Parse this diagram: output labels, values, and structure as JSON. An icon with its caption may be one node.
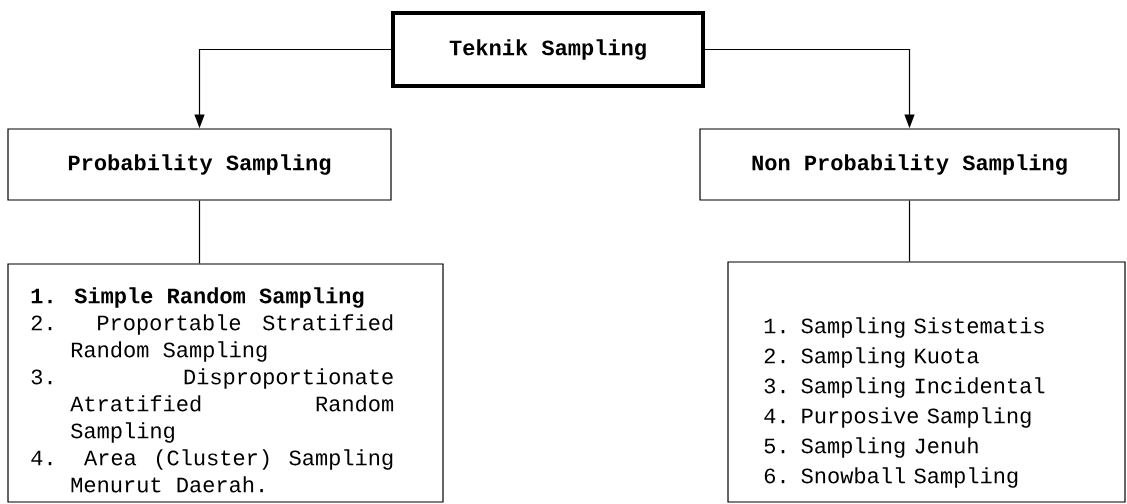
{
  "diagram": {
    "nodes": [
      {
        "text": [
          "Teknik Sampling"
        ]
      },
      {
        "text": [
          "Probability Sampling"
        ]
      },
      {
        "text": [
          "Non Probability Sampling"
        ]
      },
      {
        "text": [
          "1. Simple Random Sampling",
          "2. Proportable Stratified Random Sampling",
          "3. Disproportionate Atratified Random Sampling",
          "4. Area (Cluster) Sampling Menurut Daerah."
        ]
      },
      {
        "text": [
          "1. Sampling Sistematis",
          "2. Sampling Kuota",
          "3. Sampling Incidental",
          "4. Purposive Sampling",
          "5. Sampling Jenuh",
          "6. Snowball Sampling"
        ]
      }
    ],
    "edges": [
      {
        "from": 0,
        "to": 1,
        "arrow": "to"
      },
      {
        "from": 0,
        "to": 2,
        "arrow": "to"
      },
      {
        "from": 1,
        "to": 3,
        "arrow": "none"
      },
      {
        "from": 2,
        "to": 4,
        "arrow": "none"
      }
    ]
  }
}
